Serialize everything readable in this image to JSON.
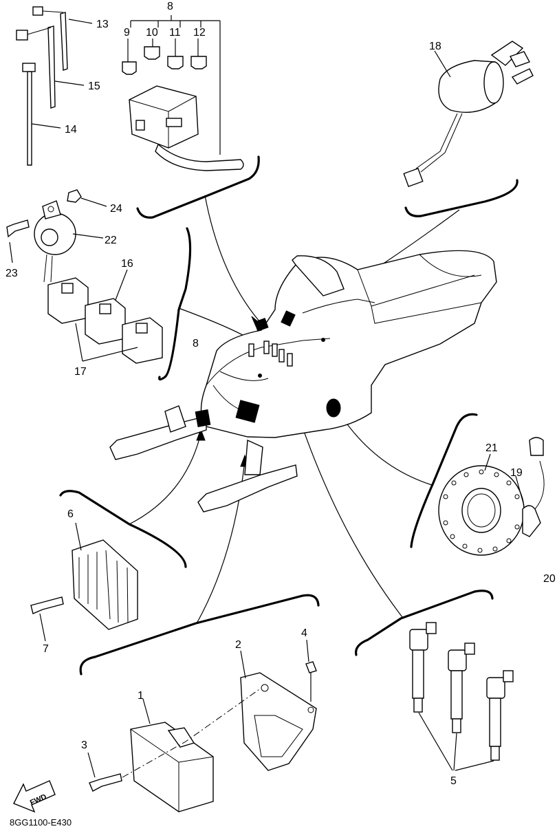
{
  "labels": {
    "n1": "1",
    "n2": "2",
    "n3": "3",
    "n4": "4",
    "n5": "5",
    "n6": "6",
    "n7": "7",
    "n8_top": "8",
    "n8_mid": "8",
    "n9": "9",
    "n10": "10",
    "n11": "11",
    "n12": "12",
    "n13": "13",
    "n14": "14",
    "n15": "15",
    "n16": "16",
    "n17": "17",
    "n18": "18",
    "n19": "19",
    "n20": "20",
    "n21": "21",
    "n22": "22",
    "n23": "23",
    "n24": "24"
  },
  "fwd_text": "FWD",
  "drawing_code": "8GG1100-E430"
}
